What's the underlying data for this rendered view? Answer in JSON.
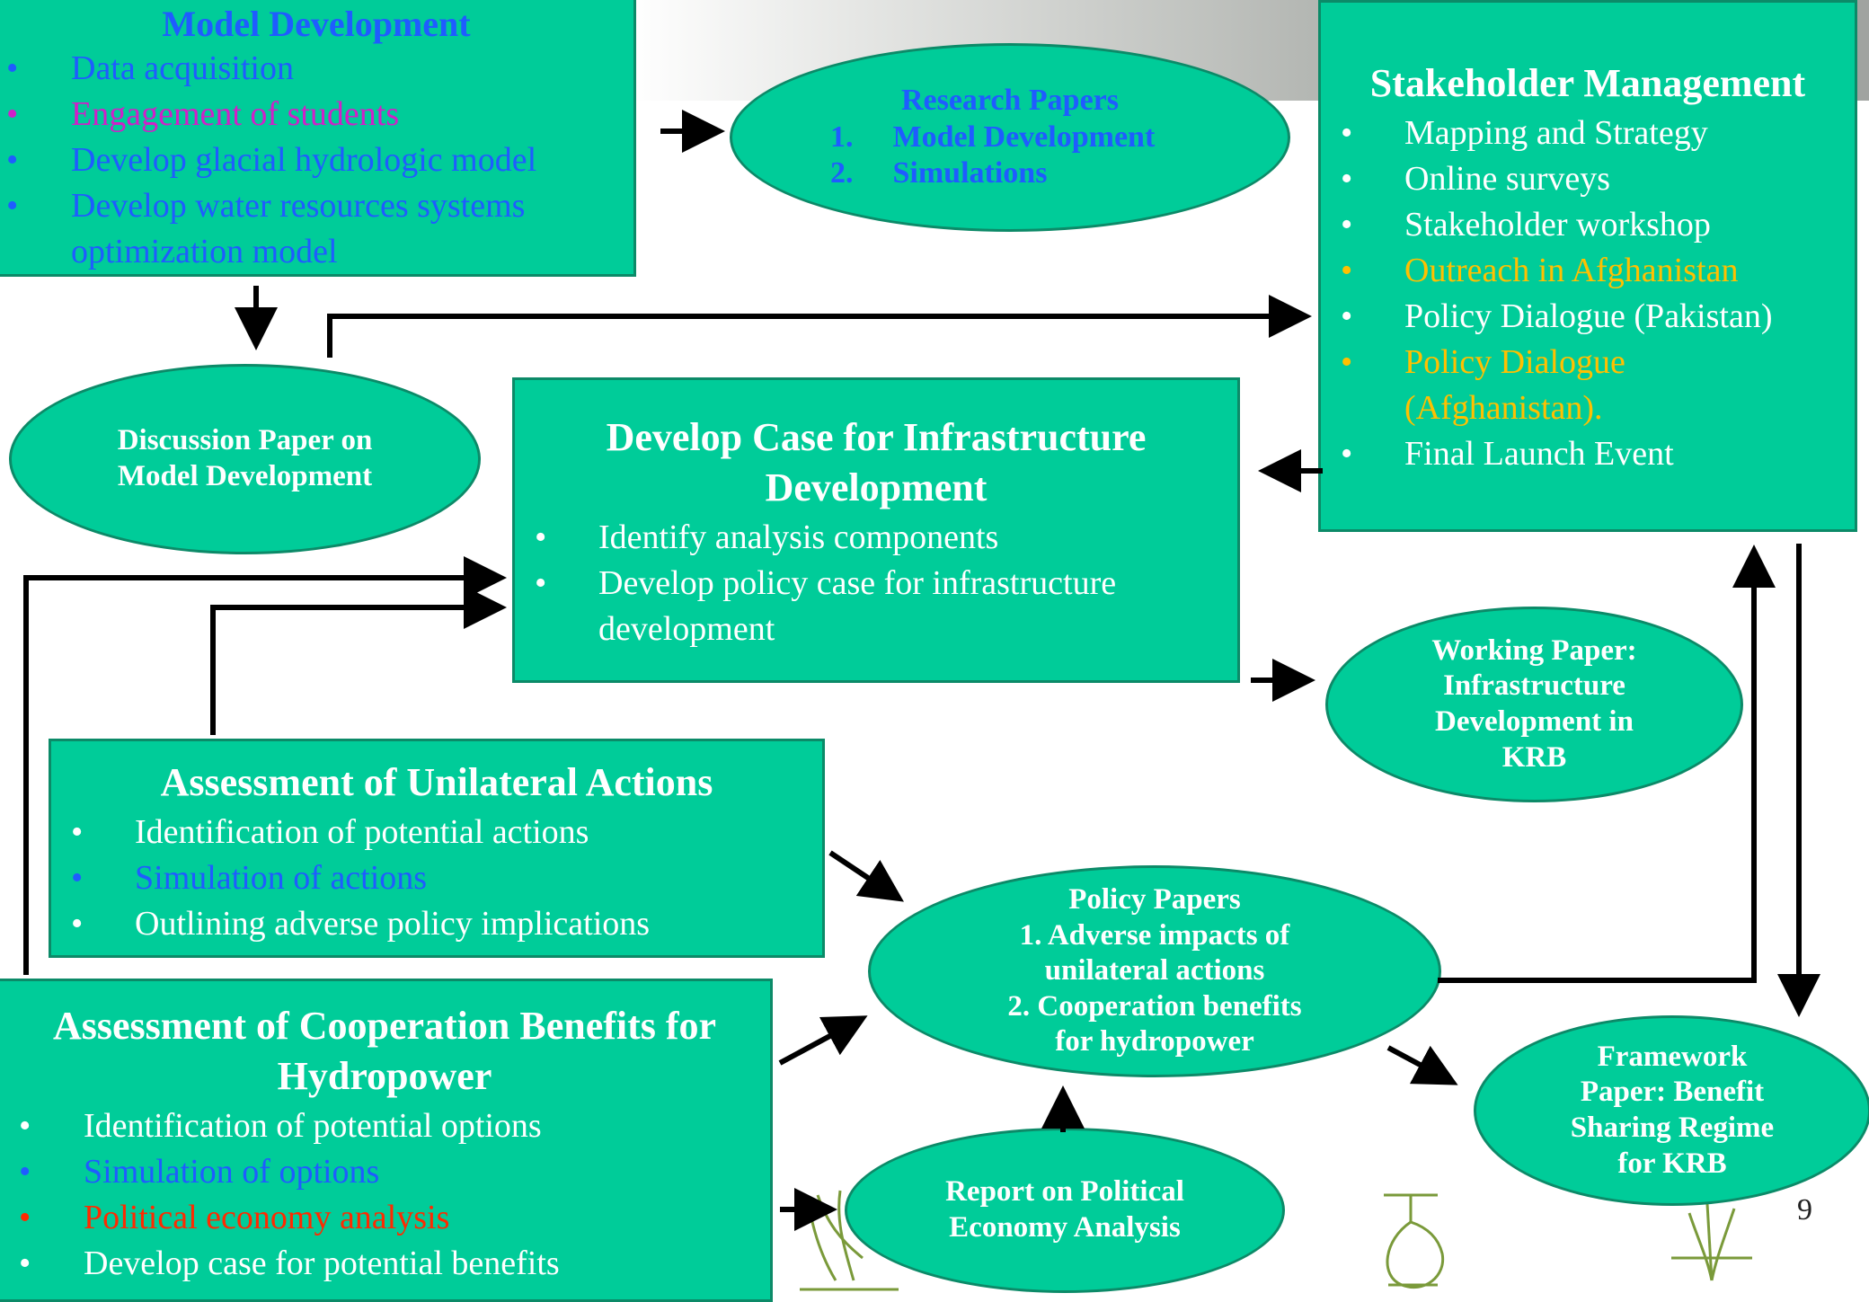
{
  "colors": {
    "box_fill": "#00cc99",
    "box_border": "#0c8a68",
    "arrow": "#000000",
    "text_white": "#ffffff",
    "text_blue": "#1f5cff",
    "text_magenta": "#d020c8",
    "text_gold": "#ffc000",
    "text_red": "#ff2a00"
  },
  "model_development": {
    "title": "Model Development",
    "items": [
      {
        "text": "Data acquisition",
        "color": "blue"
      },
      {
        "text": "Engagement of students",
        "color": "magenta"
      },
      {
        "text": "Develop glacial hydrologic  model",
        "color": "blue"
      },
      {
        "text": "Develop water resources systems optimization model",
        "color": "blue"
      }
    ]
  },
  "research_papers": {
    "title": "Research Papers",
    "item1_num": "1.",
    "item1": "Model Development",
    "item2_num": "2.",
    "item2": "Simulations"
  },
  "stakeholder_management": {
    "title": "Stakeholder Management",
    "items": [
      {
        "text": "Mapping and Strategy",
        "color": "white"
      },
      {
        "text": "Online surveys",
        "color": "white"
      },
      {
        "text": "Stakeholder workshop",
        "color": "white"
      },
      {
        "text": "Outreach in Afghanistan",
        "color": "gold"
      },
      {
        "text": "Policy Dialogue (Pakistan)",
        "color": "white"
      },
      {
        "text": "Policy Dialogue (Afghanistan).",
        "color": "gold"
      },
      {
        "text": "Final Launch Event",
        "color": "white"
      }
    ]
  },
  "discussion_paper": {
    "line1": "Discussion Paper on",
    "line2": "Model Development"
  },
  "infrastructure": {
    "title": "Develop Case for Infrastructure Development",
    "items": [
      {
        "text": "Identify analysis components",
        "color": "white"
      },
      {
        "text": "Develop policy case for infrastructure development",
        "color": "white"
      }
    ]
  },
  "working_paper": {
    "line1": "Working Paper:",
    "line2": "Infrastructure",
    "line3": "Development in",
    "line4": "KRB"
  },
  "unilateral": {
    "title": "Assessment of Unilateral Actions",
    "items": [
      {
        "text": "Identification of potential actions",
        "color": "white"
      },
      {
        "text": "Simulation of actions",
        "color": "blue"
      },
      {
        "text": "Outlining adverse policy implications",
        "color": "white"
      }
    ]
  },
  "policy_papers": {
    "title": "Policy Papers",
    "line1": "1.  Adverse impacts of",
    "line2": "unilateral actions",
    "line3": "2.  Cooperation benefits",
    "line4": "for hydropower"
  },
  "cooperation": {
    "title": "Assessment of Cooperation Benefits for Hydropower",
    "items": [
      {
        "text": "Identification of potential options",
        "color": "white"
      },
      {
        "text": "Simulation of options",
        "color": "blue"
      },
      {
        "text": "Political economy analysis",
        "color": "red"
      },
      {
        "text": "Develop case for potential benefits",
        "color": "white"
      }
    ]
  },
  "framework_paper": {
    "line1": "Framework",
    "line2": "Paper: Benefit",
    "line3": "Sharing Regime",
    "line4": "for KRB"
  },
  "political_report": {
    "line1": "Report on Political",
    "line2": "Economy Analysis"
  },
  "bullet_char": "•",
  "page_number": "9"
}
